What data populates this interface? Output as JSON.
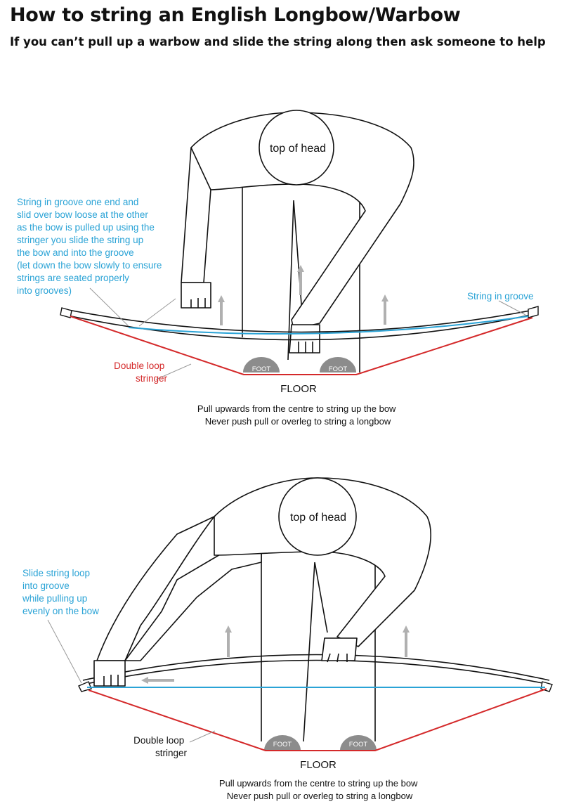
{
  "header": {
    "title": "How to string an English Longbow/Warbow",
    "subtitle": "If you can’t pull up a warbow and slide the string along then ask someone to help"
  },
  "colors": {
    "string": "#2aa3d6",
    "stringer": "#d4292a",
    "arrow": "#b0b0b0",
    "foot": "#8c8c8c",
    "outline": "#111111"
  },
  "diagram1": {
    "head_label": "top of head",
    "left_note": [
      "String in groove one end and",
      "slid over bow loose at the other",
      "as the bow is pulled up using the",
      "stringer you slide the string up",
      "the bow and into the groove",
      "(let down the bow slowly to ensure",
      "strings are seated properly",
      "into grooves)"
    ],
    "right_note": "String in groove",
    "stringer_label": [
      "Double loop",
      "stringer"
    ],
    "foot_label": "FOOT",
    "floor_label": "FLOOR",
    "caption": [
      "Pull upwards from the centre to string up the bow",
      "Never push pull or overleg to string a longbow"
    ]
  },
  "diagram2": {
    "head_label": "top of head",
    "left_note": [
      "Slide string loop",
      "into groove",
      "while pulling up",
      "evenly on the bow"
    ],
    "stringer_label": [
      "Double loop",
      "stringer"
    ],
    "foot_label": "FOOT",
    "floor_label": "FLOOR",
    "caption": [
      "Pull upwards from the centre to string up the bow",
      "Never push pull or overleg to string a longbow"
    ]
  }
}
